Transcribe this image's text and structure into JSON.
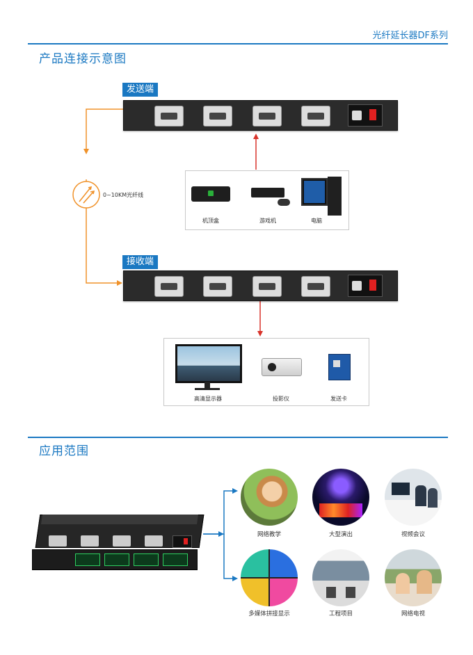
{
  "header": {
    "series_title": "光纤延长器DF系列"
  },
  "section1": {
    "title": "产品连接示意图"
  },
  "sender": {
    "tag": "发送端"
  },
  "receiver": {
    "tag": "接收端"
  },
  "fiber": {
    "label": "0~10KM光纤线"
  },
  "sources": {
    "items": [
      "机顶盒",
      "游戏机",
      "电脑"
    ]
  },
  "sinks": {
    "items": [
      "高清显示器",
      "投影仪",
      "发送卡"
    ]
  },
  "section2": {
    "title": "应用范围"
  },
  "applications": {
    "items": [
      "网络教学",
      "大型演出",
      "视频会议",
      "多媒体拼接显示",
      "工程项目",
      "网络电视"
    ]
  },
  "colors": {
    "brand_blue": "#1a78c2",
    "orange": "#f0922a",
    "red": "#d8332a"
  }
}
